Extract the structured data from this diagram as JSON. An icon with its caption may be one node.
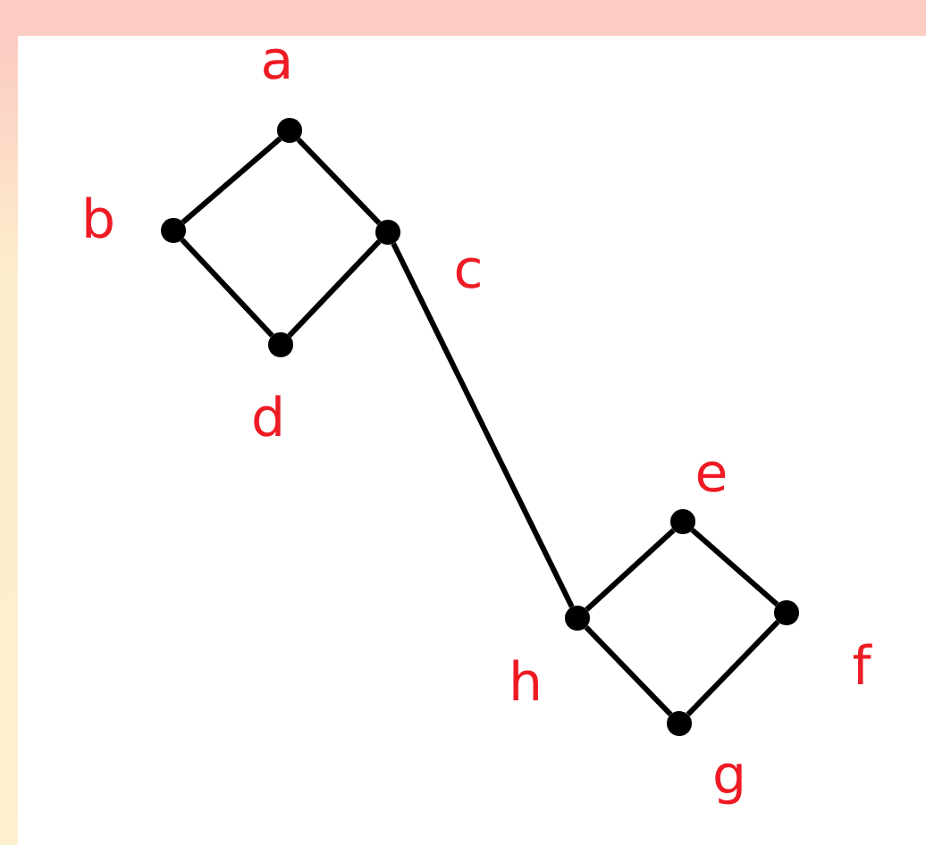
{
  "diagram": {
    "nodes": [
      {
        "text": [],
        "shape": "circle",
        "beside": [
          "a"
        ]
      },
      {
        "text": [],
        "shape": "circle",
        "beside": [
          "b"
        ]
      },
      {
        "text": [],
        "shape": "circle",
        "beside": [
          "c"
        ]
      },
      {
        "text": [],
        "shape": "circle",
        "beside": [
          "d"
        ]
      },
      {
        "text": [],
        "shape": "circle",
        "beside": [
          "e"
        ]
      },
      {
        "text": [],
        "shape": "circle",
        "beside": [
          "f"
        ]
      },
      {
        "text": [],
        "shape": "circle",
        "beside": [
          "g"
        ]
      },
      {
        "text": [],
        "shape": "circle",
        "beside": [
          "h"
        ]
      }
    ],
    "edges": [
      {
        "from": 0,
        "to": 1,
        "arrow": "none"
      },
      {
        "from": 0,
        "to": 2,
        "arrow": "none"
      },
      {
        "from": 1,
        "to": 3,
        "arrow": "none"
      },
      {
        "from": 3,
        "to": 2,
        "arrow": "none"
      },
      {
        "from": 2,
        "to": 7,
        "arrow": "none"
      },
      {
        "from": 7,
        "to": 4,
        "arrow": "none"
      },
      {
        "from": 4,
        "to": 5,
        "arrow": "none"
      },
      {
        "from": 5,
        "to": 6,
        "arrow": "none"
      },
      {
        "from": 6,
        "to": 7,
        "arrow": "none"
      }
    ]
  }
}
